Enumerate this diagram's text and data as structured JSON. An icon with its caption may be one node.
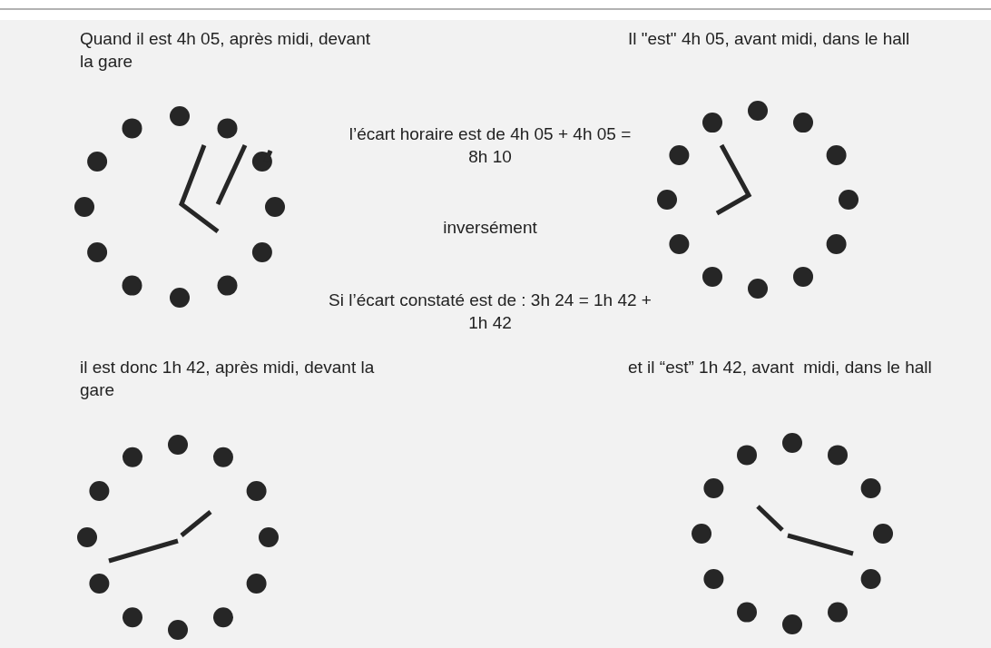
{
  "diagram": {
    "labels": [
      "Quand il est 4h 05, après midi, devant la gare",
      "Il \"est\" 4h 05, avant midi, dans le hall",
      "l’écart horaire est de 4h 05 + 4h 05 = 8h 10",
      "inversément",
      "Si l’écart constaté est de : 3h 24 = 1h 42 + 1h 42",
      "il est donc 1h 42, après midi, devant la gare",
      "et il “est” 1h 42, avant  midi, dans le hall"
    ]
  }
}
